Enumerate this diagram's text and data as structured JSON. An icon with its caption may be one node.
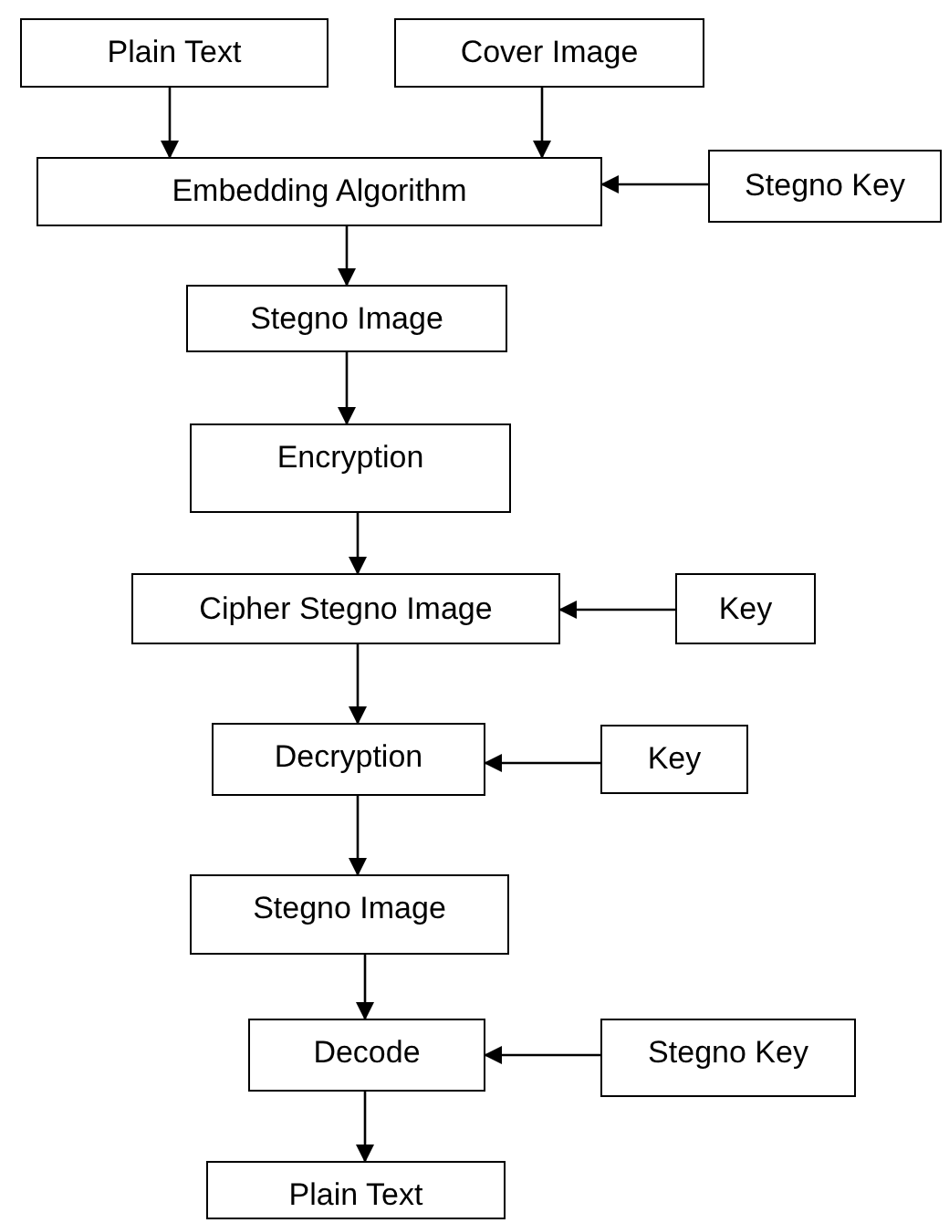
{
  "diagram": {
    "nodes": [
      {
        "text": [
          "Plain Text"
        ]
      },
      {
        "text": [
          "Cover Image"
        ]
      },
      {
        "text": [
          "Embedding Algorithm"
        ]
      },
      {
        "text": [
          "Stegno Key"
        ]
      },
      {
        "text": [
          "Stegno Image"
        ]
      },
      {
        "text": [
          "Encryption"
        ]
      },
      {
        "text": [
          "Cipher Stegno Image"
        ]
      },
      {
        "text": [
          "Key"
        ]
      },
      {
        "text": [
          "Decryption"
        ]
      },
      {
        "text": [
          "Key"
        ]
      },
      {
        "text": [
          "Stegno Image"
        ]
      },
      {
        "text": [
          "Decode"
        ]
      },
      {
        "text": [
          "Stegno Key"
        ]
      },
      {
        "text": [
          "Plain Text"
        ]
      }
    ],
    "edges": [
      {
        "from": 0,
        "to": 2,
        "arrow": "to"
      },
      {
        "from": 1,
        "to": 2,
        "arrow": "to"
      },
      {
        "from": 3,
        "to": 2,
        "arrow": "to"
      },
      {
        "from": 2,
        "to": 4,
        "arrow": "to"
      },
      {
        "from": 4,
        "to": 5,
        "arrow": "to"
      },
      {
        "from": 5,
        "to": 6,
        "arrow": "to"
      },
      {
        "from": 7,
        "to": 6,
        "arrow": "to"
      },
      {
        "from": 6,
        "to": 8,
        "arrow": "to"
      },
      {
        "from": 9,
        "to": 8,
        "arrow": "to"
      },
      {
        "from": 8,
        "to": 10,
        "arrow": "to"
      },
      {
        "from": 10,
        "to": 11,
        "arrow": "to"
      },
      {
        "from": 12,
        "to": 11,
        "arrow": "to"
      },
      {
        "from": 11,
        "to": 13,
        "arrow": "to"
      }
    ]
  }
}
